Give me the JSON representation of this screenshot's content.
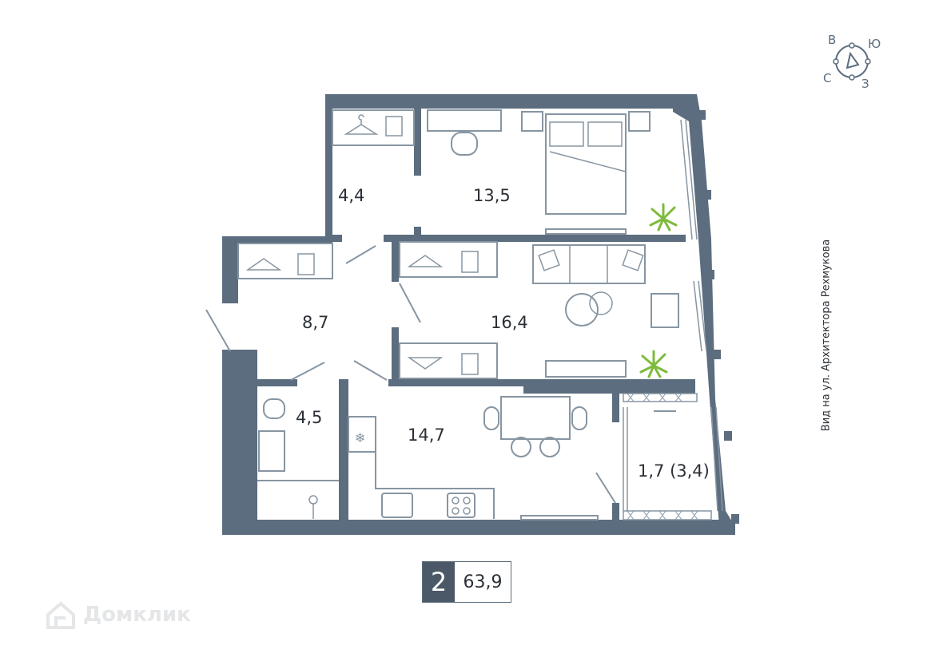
{
  "compass": {
    "n": "В",
    "e": "Ю",
    "s": "З",
    "w": "С"
  },
  "view_label": "Вид на ул. Архитектора Рехмукова",
  "rooms": {
    "dressing_top": "4,4",
    "bedroom": "13,5",
    "hall": "8,7",
    "living": "16,4",
    "bathroom": "4,5",
    "kitchen": "14,7",
    "balcony": "1,7 (3,4)"
  },
  "summary": {
    "rooms_count": "2",
    "total_area": "63,9"
  },
  "watermark": {
    "text": "Домклик",
    "icon": "house-icon"
  },
  "colors": {
    "wall": "#5b6d7e",
    "line": "#8795a2",
    "plant": "#7dbb3c",
    "badge_bg": "#4b5867"
  }
}
